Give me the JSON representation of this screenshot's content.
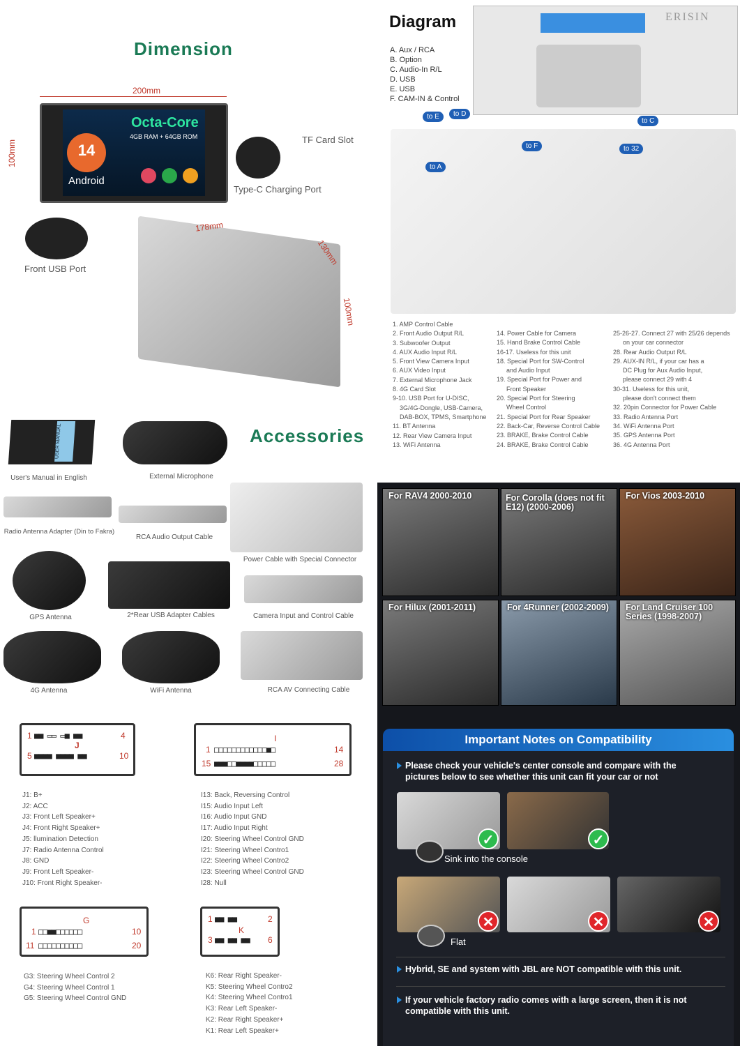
{
  "dimension": {
    "title": "Dimension",
    "width": "200mm",
    "height": "100mm",
    "depth": "178mm",
    "side": "130mm",
    "side_h": "100mm",
    "screen": {
      "headline": "Octa-Core",
      "memory": "4GB RAM + 64GB ROM",
      "os_version": "14",
      "os": "Android"
    },
    "callouts": {
      "tf": "TF Card Slot",
      "typec": "Type-C Charging Port",
      "usb": "Front USB Port"
    }
  },
  "diagram": {
    "title": "Diagram",
    "brand": "ERISIN",
    "legend": [
      "A. Aux / RCA",
      "B. Option",
      "C. Audio-In R/L",
      "D. USB",
      "E. USB",
      "F. CAM-IN & Control"
    ],
    "tags": [
      "to E",
      "to D",
      "to F",
      "to A",
      "to 32",
      "to C"
    ],
    "col1": [
      "1. AMP Control Cable",
      "2. Front Audio Output R/L",
      "3. Subwoofer Output",
      "4. AUX Audio Input R/L",
      "5. Front View Camera Input",
      "6. AUX Video Input",
      "7. External Microphone Jack",
      "8. 4G Card Slot",
      "9-10. USB Port for U-DISC,",
      "3G/4G-Dongle, USB-Camera,",
      "DAB-BOX, TPMS, Smartphone",
      "11. BT Antenna",
      "12. Rear View Camera Input",
      "13. WiFi Antenna"
    ],
    "col2": [
      "14. Power Cable for Camera",
      "15. Hand Brake Control Cable",
      "16-17. Useless for this unit",
      "18. Special Port for SW-Control",
      "and Audio Input",
      "19. Special Port for Power and",
      "Front Speaker",
      "20. Special Port for Steering",
      "Wheel Control",
      "21. Special Port for Rear Speaker",
      "22. Back-Car, Reverse Control Cable",
      "23. BRAKE, Brake Control Cable",
      "24. BRAKE, Brake Control Cable"
    ],
    "col3": [
      "25-26-27. Connect 27 with 25/26 depends",
      "on your car connector",
      "28. Rear Audio Output R/L",
      "29. AUX-IN R/L, if your car has a",
      "DC Plug for Aux Audio Input,",
      "please connect 29 with 4",
      "30-31. Useless for this unit,",
      "please don't connect them",
      "32. 20pin Connector for Power Cable",
      "33. Radio Antenna Port",
      "34. WiFi Antenna Port",
      "35. GPS Antenna Port",
      "36. 4G Antenna Port"
    ]
  },
  "accessories": {
    "title": "Accessories",
    "items": [
      "User's Manual in English",
      "External Microphone",
      "Radio Antenna Adapter (Din to Fakra)",
      "RCA Audio Output Cable",
      "Power Cable with Special Connector",
      "GPS Antenna",
      "2*Rear USB Adapter Cables",
      "Camera Input and Control Cable",
      "4G Antenna",
      "WiFi Antenna",
      "RCA AV Connecting Cable"
    ],
    "manual_label": "USER MANUAL"
  },
  "pinout": {
    "J": {
      "letter": "J",
      "nums": [
        "1",
        "4",
        "5",
        "10"
      ],
      "pins": [
        "J1: B+",
        "J2: ACC",
        "J3: Front Left Speaker+",
        "J4: Front Right Speaker+",
        "J5: llumination Detection",
        "J7: Radio Antenna Control",
        "J8: GND",
        "J9: Front Left Speaker-",
        "J10: Front Right Speaker-"
      ]
    },
    "I": {
      "letter": "I",
      "nums": [
        "1",
        "14",
        "15",
        "28"
      ],
      "pins": [
        "I13: Back, Reversing Control",
        "I15: Audio Input Left",
        "I16: Audio Input GND",
        "I17: Audio Input Right",
        "I20: Steering Wheel Control GND",
        "I21: Steering Wheel Contro1",
        "I22: Steering Wheel Contro2",
        "I23: Steering Wheel Control GND",
        "I28: Null"
      ]
    },
    "G": {
      "letter": "G",
      "nums": [
        "1",
        "10",
        "11",
        "20"
      ],
      "pins": [
        "G3: Steering Wheel Control 2",
        "G4: Steering Wheel Control 1",
        "G5: Steering Wheel Control GND"
      ]
    },
    "K": {
      "letter": "K",
      "nums": [
        "1",
        "2",
        "3",
        "6"
      ],
      "pins": [
        "K6: Rear Right Speaker-",
        "K5: Steering Wheel Contro2",
        "K4: Steering Wheel Contro1",
        "K3: Rear Left Speaker-",
        "K2: Rear Right Speaker+",
        "K1: Rear Left Speaker+"
      ]
    }
  },
  "vehicles": [
    "For RAV4 2000-2010",
    "For Corolla (does not fit E12) (2000-2006)",
    "For Vios 2003-2010",
    "For Hilux (2001-2011)",
    "For 4Runner (2002-2009)",
    "For Land Cruiser 100 Series (1998-2007)"
  ],
  "compat": {
    "title": "Important Notes on Compatibility",
    "note1": "Please check your vehicle's center console and compare with the pictures below to see whether this unit can fit your car or not",
    "sink": "Sink into the console",
    "flat": "Flat",
    "note2": "Hybrid, SE and system with JBL are NOT compatible with this unit.",
    "note3": "If your vehicle factory radio comes with a large screen, then it is not compatible with this unit."
  },
  "colors": {
    "accent_green": "#1a7a55",
    "dark_bg": "#15171c",
    "blue": "#1f6fd0",
    "check": "#2dbb4e",
    "cross": "#e0262b"
  }
}
